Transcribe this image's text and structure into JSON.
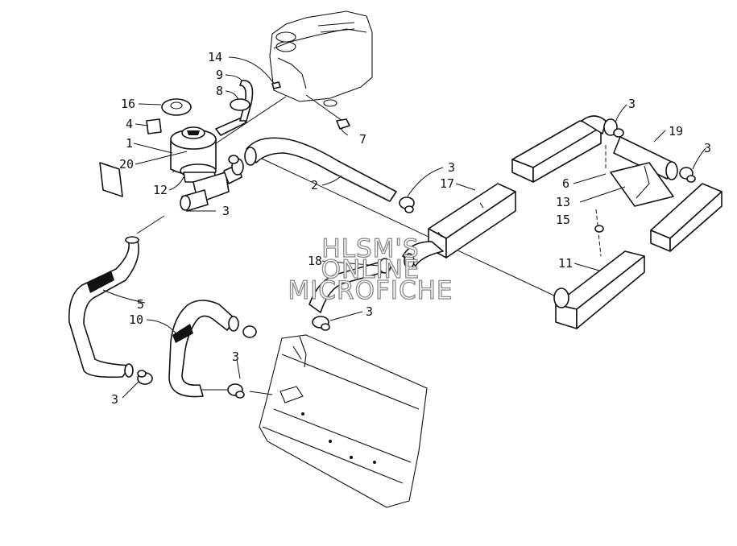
{
  "watermark": {
    "line1": "HLSM'S",
    "line2": "ONLINE",
    "line3": "MICROFICHE"
  },
  "callouts": {
    "c14": "14",
    "c9": "9",
    "c8": "8",
    "c16": "16",
    "c4": "4",
    "c1": "1",
    "c20": "20",
    "c12": "12",
    "c7": "7",
    "c2": "2",
    "c3a": "3",
    "c3b": "3",
    "c3c": "3",
    "c3d": "3",
    "c3e": "3",
    "c3f": "3",
    "c3g": "3",
    "c17": "17",
    "c19": "19",
    "c6": "6",
    "c13": "13",
    "c15": "15",
    "c11": "11",
    "c18": "18",
    "c5": "5",
    "c10": "10"
  }
}
